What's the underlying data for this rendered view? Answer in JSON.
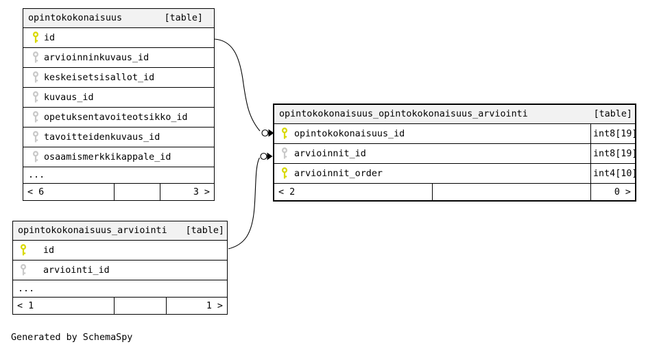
{
  "page": {
    "footer_note": "Generated by SchemaSpy"
  },
  "colors": {
    "background": "#ffffff",
    "border": "#000000",
    "header_bg": "#f2f2f2",
    "primary_key": "#d9d900",
    "foreign_key": "#c9c9c9"
  },
  "tables": [
    {
      "title": "opintokokonaisuus",
      "badge": "[table]",
      "columns": [
        {
          "name": "id",
          "key": "primary"
        },
        {
          "name": "arvioinninkuvaus_id",
          "key": "foreign"
        },
        {
          "name": "keskeisetsisallot_id",
          "key": "foreign"
        },
        {
          "name": "kuvaus_id",
          "key": "foreign"
        },
        {
          "name": "opetuksentavoiteotsikko_id",
          "key": "foreign"
        },
        {
          "name": "tavoitteidenkuvaus_id",
          "key": "foreign"
        },
        {
          "name": "osaamismerkkikappale_id",
          "key": "foreign"
        }
      ],
      "ellipsis": "...",
      "footer": {
        "left": "< 6",
        "right": "3 >"
      }
    },
    {
      "title": "opintokokonaisuus_opintokokonaisuus_arviointi",
      "badge": "[table]",
      "columns": [
        {
          "name": "opintokokonaisuus_id",
          "type": "int8[19]",
          "key": "primary"
        },
        {
          "name": "arvioinnit_id",
          "type": "int8[19]",
          "key": "foreign"
        },
        {
          "name": "arvioinnit_order",
          "type": "int4[10]",
          "key": "primary"
        }
      ],
      "footer": {
        "left": "< 2",
        "right": "0 >"
      }
    },
    {
      "title": "opintokokonaisuus_arviointi",
      "badge": "[table]",
      "columns": [
        {
          "name": "id",
          "key": "primary"
        },
        {
          "name": "arviointi_id",
          "key": "foreign"
        }
      ],
      "ellipsis": "...",
      "footer": {
        "left": "< 1",
        "right": "1 >"
      }
    }
  ]
}
